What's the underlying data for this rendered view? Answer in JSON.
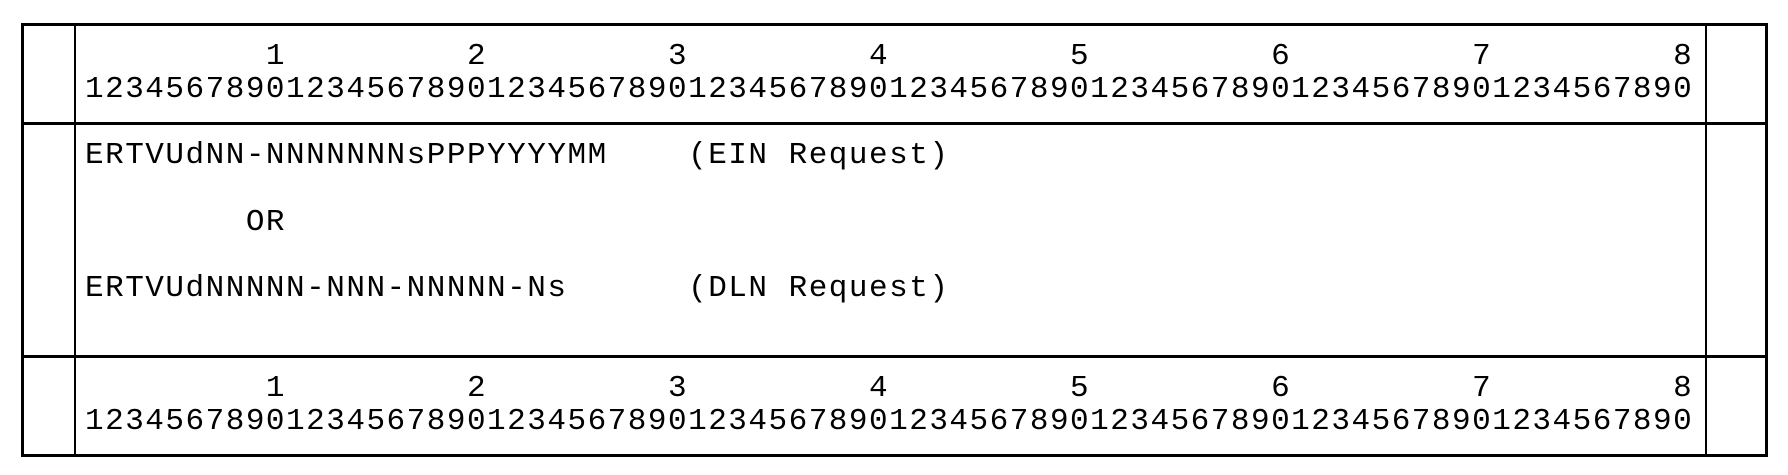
{
  "ruler_top": {
    "tens": "         1         2         3         4         5         6         7         8",
    "units": "12345678901234567890123456789012345678901234567890123456789012345678901234567890"
  },
  "content": {
    "ein_format": "ERTVUdNN-NNNNNNNsPPPYYYYMM    (EIN Request)",
    "or_label": "        OR",
    "dln_format": "ERTVUdNNNNN-NNN-NNNNN-Ns      (DLN Request)"
  },
  "ruler_bottom": {
    "tens": "         1         2         3         4         5         6         7         8",
    "units": "12345678901234567890123456789012345678901234567890123456789012345678901234567890"
  }
}
